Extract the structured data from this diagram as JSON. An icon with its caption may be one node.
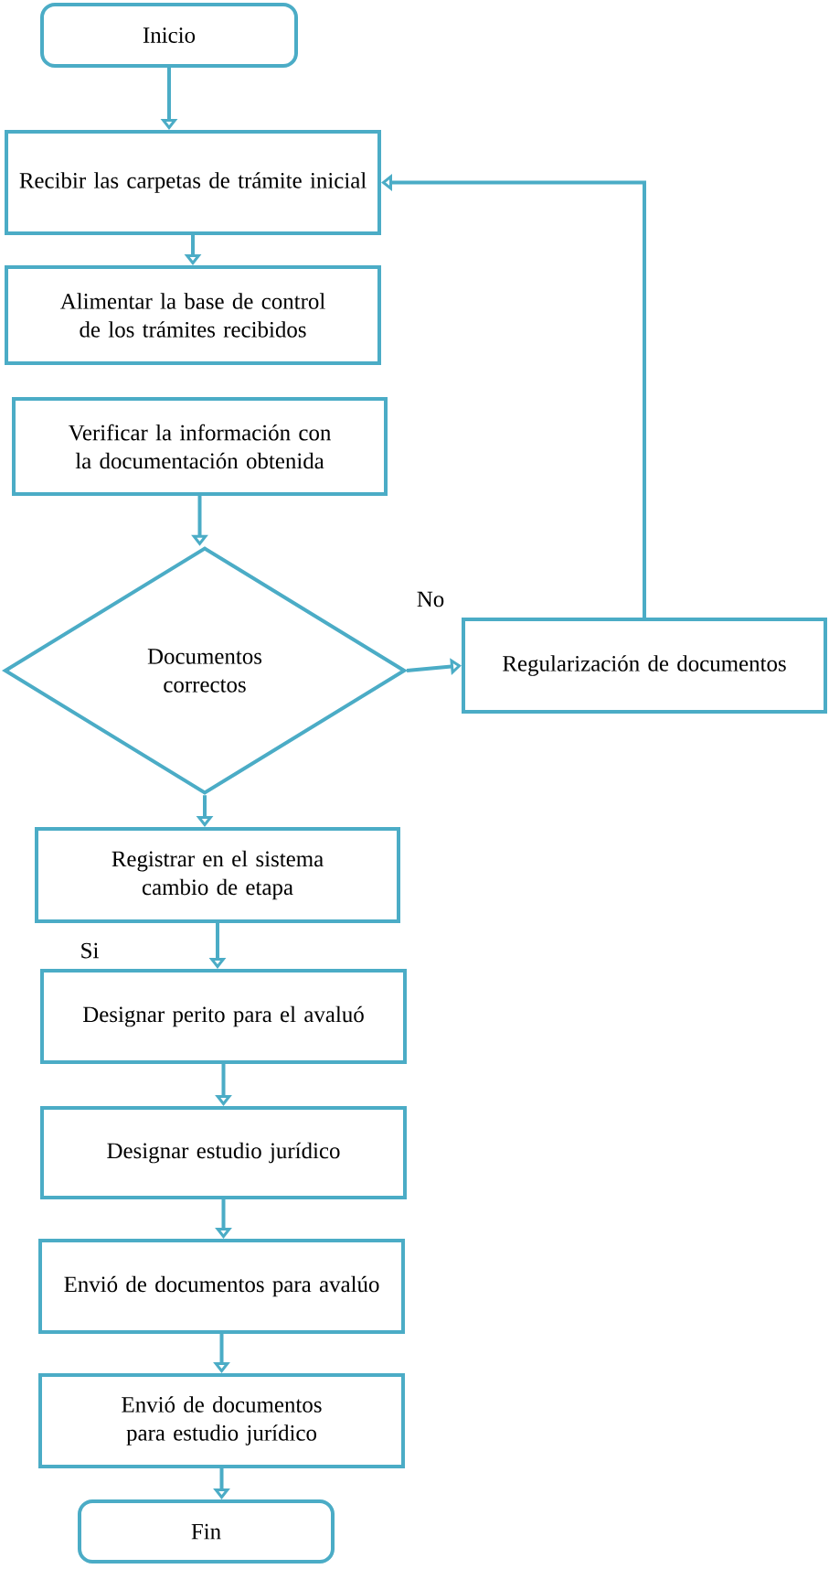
{
  "diagram": {
    "nodes": [
      {
        "text": [
          "Inicio"
        ]
      },
      {
        "text": [
          "Recibir las carpetas de trámite inicial"
        ]
      },
      {
        "text": [
          "Alimentar la base de control de los trámites recibidos"
        ]
      },
      {
        "text": [
          "Verificar la información con la documentación obtenida"
        ]
      },
      {
        "text": [
          "Documentos correctos"
        ]
      },
      {
        "text": [
          "Regularización de documentos"
        ]
      },
      {
        "text": [
          "Registrar en el sistema cambio de etapa"
        ]
      },
      {
        "text": [
          "Designar perito para el avaluó"
        ]
      },
      {
        "text": [
          "Designar estudio jurídico"
        ]
      },
      {
        "text": [
          "Envió de documentos para avalúo"
        ]
      },
      {
        "text": [
          "Envió de documentos para estudio jurídico"
        ]
      },
      {
        "text": [
          "Fin"
        ]
      }
    ],
    "edges": [
      {
        "from": 0,
        "to": 1,
        "arrow": "to"
      },
      {
        "from": 1,
        "to": 2,
        "arrow": "to"
      },
      {
        "from": 3,
        "to": 4,
        "arrow": "to"
      },
      {
        "from": 4,
        "to": 5,
        "arrow": "to",
        "label": "No"
      },
      {
        "from": 5,
        "to": 1,
        "arrow": "to"
      },
      {
        "from": 4,
        "to": 6,
        "arrow": "to"
      },
      {
        "from": 6,
        "to": 7,
        "arrow": "to"
      },
      {
        "from": 7,
        "to": 8,
        "arrow": "to"
      },
      {
        "from": 8,
        "to": 9,
        "arrow": "to"
      },
      {
        "from": 9,
        "to": 10,
        "arrow": "to"
      },
      {
        "from": 10,
        "to": 11,
        "arrow": "to"
      }
    ],
    "labels": [
      "Si"
    ]
  }
}
